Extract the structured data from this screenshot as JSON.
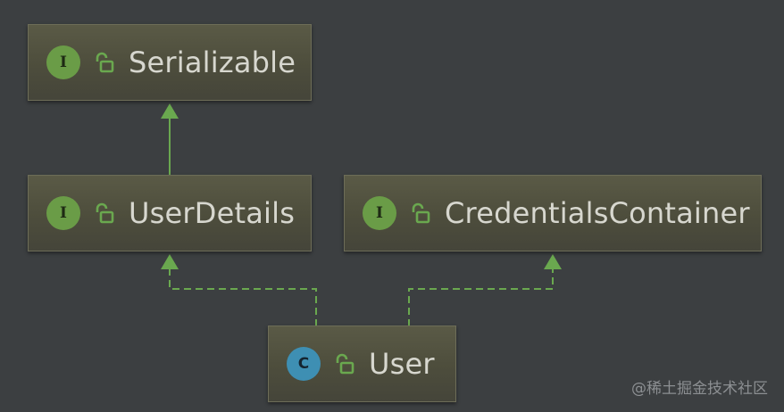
{
  "colors": {
    "background": "#3c3f41",
    "node_fill": "#4d4d3c",
    "edge": "#6aa84f",
    "interface_badge": "#6a9c47",
    "class_badge": "#3e8fb3",
    "label": "#d7d7cf"
  },
  "nodes": [
    {
      "id": "serializable",
      "label": "Serializable",
      "kind": "I",
      "kind_type": "interface",
      "visibility_icon": "unlocked-icon"
    },
    {
      "id": "userdetails",
      "label": "UserDetails",
      "kind": "I",
      "kind_type": "interface",
      "visibility_icon": "unlocked-icon"
    },
    {
      "id": "credentialscontainer",
      "label": "CredentialsContainer",
      "kind": "I",
      "kind_type": "interface",
      "visibility_icon": "unlocked-icon"
    },
    {
      "id": "user",
      "label": "User",
      "kind": "C",
      "kind_type": "class",
      "visibility_icon": "unlocked-icon"
    }
  ],
  "edges": [
    {
      "from": "userdetails",
      "to": "serializable",
      "type": "extends",
      "style": "solid"
    },
    {
      "from": "user",
      "to": "userdetails",
      "type": "implements",
      "style": "dashed"
    },
    {
      "from": "user",
      "to": "credentialscontainer",
      "type": "implements",
      "style": "dashed"
    }
  ],
  "watermark": "@稀土掘金技术社区"
}
